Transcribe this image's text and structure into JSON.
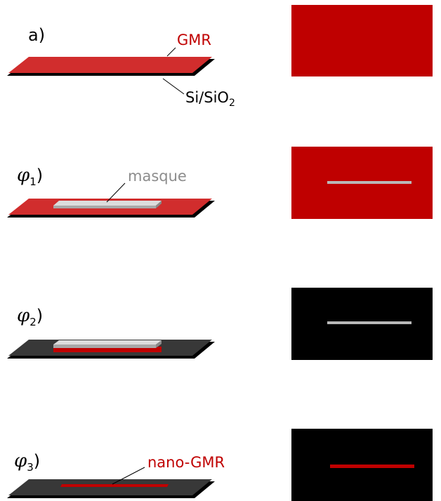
{
  "steps": [
    {
      "label_main": "a",
      "label_sub": "",
      "label_close": ")",
      "annotations": [
        {
          "text": "GMR",
          "color": "#c00000"
        },
        {
          "text_main": "Si/SiO",
          "text_sub": "2",
          "color": "#000000"
        }
      ],
      "substrate_color": "#d12d2d",
      "topview_background": "#bf0000"
    },
    {
      "label_main": "φ",
      "label_sub": "1",
      "label_close": ")",
      "annotations": [
        {
          "text": "masque",
          "color": "#8c8c8c"
        }
      ],
      "substrate_color": "#d12d2d",
      "topview_background": "#bf0000",
      "topview_line_color": "#b9b9b9"
    },
    {
      "label_main": "φ",
      "label_sub": "2",
      "label_close": ")",
      "annotations": [],
      "substrate_color": "#383838",
      "topview_background": "#000000",
      "topview_line_color": "#b9b9b9"
    },
    {
      "label_main": "φ",
      "label_sub": "3",
      "label_close": ")",
      "annotations": [
        {
          "text": "nano-GMR",
          "color": "#c00000"
        }
      ],
      "substrate_color": "#383838",
      "topview_background": "#000000",
      "topview_line_color": "#c00000"
    }
  ]
}
